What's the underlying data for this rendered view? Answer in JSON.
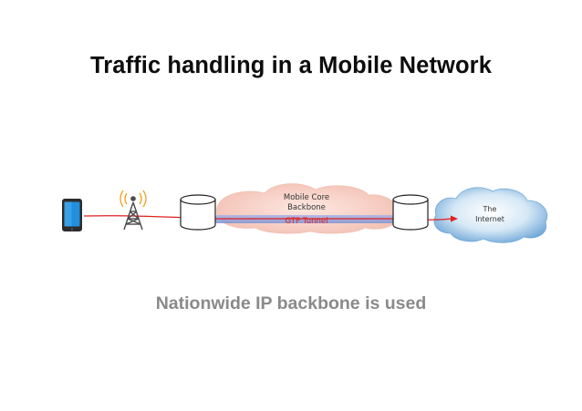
{
  "title": "Traffic handling in a Mobile Network",
  "subtitle": "Nationwide IP backbone is used",
  "diagram": {
    "core_backbone_label_line1": "Mobile Core",
    "core_backbone_label_line2": "Backbone",
    "tunnel_label": "GTP Tunnel",
    "internet_label_line1": "The",
    "internet_label_line2": "Internet",
    "icons": [
      "smartphone-icon",
      "cell-tower-icon",
      "gateway-cylinder-icon",
      "cloud-icon"
    ]
  },
  "colors": {
    "accent_red": "#e02020",
    "tunnel_blue": "#8fa0d8",
    "backbone_pink": "#f6c8bc",
    "internet_blue": "#7fb3dd",
    "phone_screen": "#1f8fde",
    "subtitle_gray": "#8a8a8a"
  }
}
